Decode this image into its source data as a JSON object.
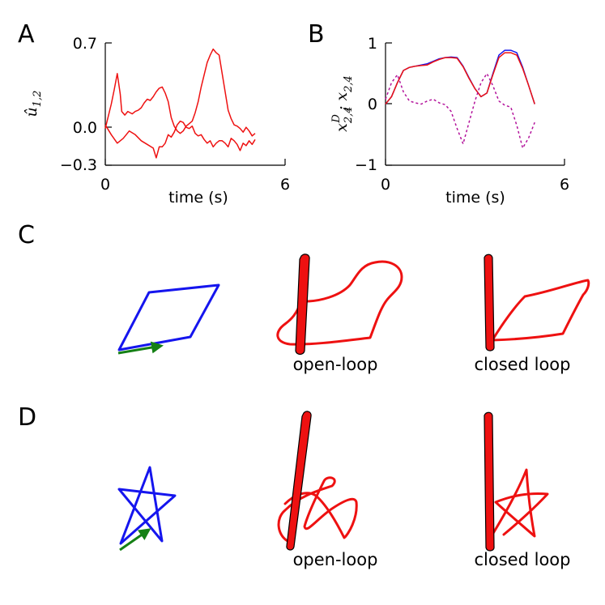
{
  "panels": {
    "A": {
      "letter": "A"
    },
    "B": {
      "letter": "B"
    },
    "C": {
      "letter": "C",
      "captions": [
        "open-loop",
        "closed loop"
      ]
    },
    "D": {
      "letter": "D",
      "captions": [
        "open-loop",
        "closed loop"
      ]
    }
  },
  "colors": {
    "target": "#1515ee",
    "reproduction": "#ee1111",
    "arrow": "#158015",
    "dashed": "#b3139b"
  },
  "chart_data": [
    {
      "type": "line",
      "panel": "A",
      "ylabel": "û_{1,2}",
      "xlabel": "time (s)",
      "xlim": [
        0,
        6
      ],
      "ylim": [
        -0.3,
        0.7
      ],
      "xticks": [
        "0",
        "6"
      ],
      "yticks": [
        "0.7",
        "0.0",
        "−0.3"
      ],
      "ytick_values": [
        0.7,
        0.0,
        -0.3
      ],
      "series": [
        {
          "x": [
            0.0,
            0.1,
            0.2,
            0.3,
            0.4,
            0.5,
            0.55,
            0.65,
            0.75,
            0.9,
            1.0,
            1.1,
            1.2,
            1.3,
            1.4,
            1.5,
            1.6,
            1.7,
            1.8,
            1.9,
            2.0,
            2.1,
            2.2,
            2.3,
            2.4,
            2.5,
            2.6,
            2.7,
            2.8,
            2.9,
            3.0,
            3.1,
            3.2,
            3.3,
            3.4,
            3.5,
            3.6,
            3.7,
            3.8,
            3.9,
            4.0,
            4.1,
            4.2,
            4.3,
            4.4,
            4.5,
            4.6,
            4.7,
            4.8,
            4.9,
            5.0
          ],
          "values": [
            0.0,
            0.1,
            0.2,
            0.32,
            0.45,
            0.28,
            0.14,
            0.11,
            0.14,
            0.12,
            0.14,
            0.15,
            0.17,
            0.21,
            0.24,
            0.23,
            0.26,
            0.3,
            0.33,
            0.34,
            0.29,
            0.22,
            0.09,
            0.02,
            -0.02,
            -0.04,
            -0.02,
            0.02,
            0.04,
            0.06,
            0.13,
            0.22,
            0.34,
            0.44,
            0.54,
            0.6,
            0.65,
            0.62,
            0.6,
            0.45,
            0.3,
            0.15,
            0.08,
            0.03,
            0.02,
            0.0,
            -0.03,
            0.01,
            -0.02,
            -0.06,
            -0.04
          ]
        },
        {
          "x": [
            0.0,
            0.2,
            0.4,
            0.6,
            0.8,
            1.0,
            1.2,
            1.4,
            1.6,
            1.7,
            1.8,
            1.9,
            2.0,
            2.1,
            2.2,
            2.3,
            2.4,
            2.5,
            2.6,
            2.7,
            2.8,
            2.9,
            3.0,
            3.1,
            3.2,
            3.3,
            3.4,
            3.5,
            3.6,
            3.7,
            3.8,
            3.9,
            4.0,
            4.1,
            4.2,
            4.3,
            4.4,
            4.5,
            4.6,
            4.7,
            4.8,
            4.9,
            5.0
          ],
          "values": [
            0.03,
            -0.05,
            -0.12,
            -0.08,
            -0.02,
            -0.05,
            -0.1,
            -0.13,
            -0.16,
            -0.24,
            -0.15,
            -0.15,
            -0.12,
            -0.05,
            -0.07,
            -0.03,
            0.03,
            0.06,
            0.05,
            0.01,
            0.0,
            0.02,
            -0.04,
            -0.06,
            -0.05,
            -0.09,
            -0.12,
            -0.1,
            -0.15,
            -0.12,
            -0.1,
            -0.1,
            -0.12,
            -0.15,
            -0.08,
            -0.1,
            -0.13,
            -0.18,
            -0.12,
            -0.14,
            -0.1,
            -0.13,
            -0.09
          ]
        }
      ]
    },
    {
      "type": "line",
      "panel": "B",
      "ylabel": "x^D_{2,4}; x_{2,4}",
      "xlabel": "time (s)",
      "xlim": [
        0,
        6
      ],
      "ylim": [
        -1,
        1
      ],
      "xticks": [
        "0",
        "6"
      ],
      "yticks": [
        "1",
        "0",
        "−1"
      ],
      "ytick_values": [
        1,
        0,
        -1
      ],
      "series": [
        {
          "style": "solid",
          "color": "#1515ee",
          "x": [
            0.0,
            0.2,
            0.4,
            0.6,
            0.8,
            1.0,
            1.2,
            1.4,
            1.6,
            1.8,
            2.0,
            2.2,
            2.4,
            2.6,
            2.8,
            3.0,
            3.2,
            3.4,
            3.6,
            3.8,
            4.0,
            4.2,
            4.4,
            4.6,
            4.8,
            5.0
          ],
          "values": [
            0.0,
            0.12,
            0.35,
            0.55,
            0.6,
            0.62,
            0.64,
            0.66,
            0.7,
            0.74,
            0.76,
            0.77,
            0.76,
            0.62,
            0.43,
            0.25,
            0.12,
            0.18,
            0.5,
            0.8,
            0.88,
            0.88,
            0.84,
            0.6,
            0.3,
            0.0
          ]
        },
        {
          "style": "solid",
          "color": "#ee1111",
          "x": [
            0.0,
            0.2,
            0.4,
            0.6,
            0.8,
            1.0,
            1.2,
            1.4,
            1.6,
            1.8,
            2.0,
            2.2,
            2.4,
            2.6,
            2.8,
            3.0,
            3.2,
            3.4,
            3.6,
            3.8,
            4.0,
            4.2,
            4.4,
            4.6,
            4.8,
            5.0
          ],
          "values": [
            0.0,
            0.12,
            0.35,
            0.55,
            0.6,
            0.62,
            0.63,
            0.64,
            0.69,
            0.73,
            0.76,
            0.76,
            0.75,
            0.61,
            0.42,
            0.25,
            0.12,
            0.18,
            0.48,
            0.76,
            0.84,
            0.84,
            0.8,
            0.58,
            0.3,
            0.0
          ]
        },
        {
          "style": "dashed",
          "color": "#b3139b",
          "x": [
            0.0,
            0.2,
            0.4,
            0.6,
            0.8,
            1.0,
            1.2,
            1.4,
            1.6,
            1.8,
            2.0,
            2.2,
            2.4,
            2.6,
            2.8,
            3.0,
            3.2,
            3.4,
            3.6,
            3.8,
            4.0,
            4.2,
            4.4,
            4.6,
            4.8,
            5.0
          ],
          "values": [
            0.08,
            0.35,
            0.48,
            0.2,
            0.05,
            0.02,
            0.0,
            0.05,
            0.08,
            0.02,
            -0.01,
            -0.12,
            -0.4,
            -0.65,
            -0.3,
            0.05,
            0.35,
            0.5,
            0.3,
            0.05,
            -0.02,
            -0.05,
            -0.35,
            -0.72,
            -0.55,
            -0.3
          ]
        }
      ]
    }
  ]
}
